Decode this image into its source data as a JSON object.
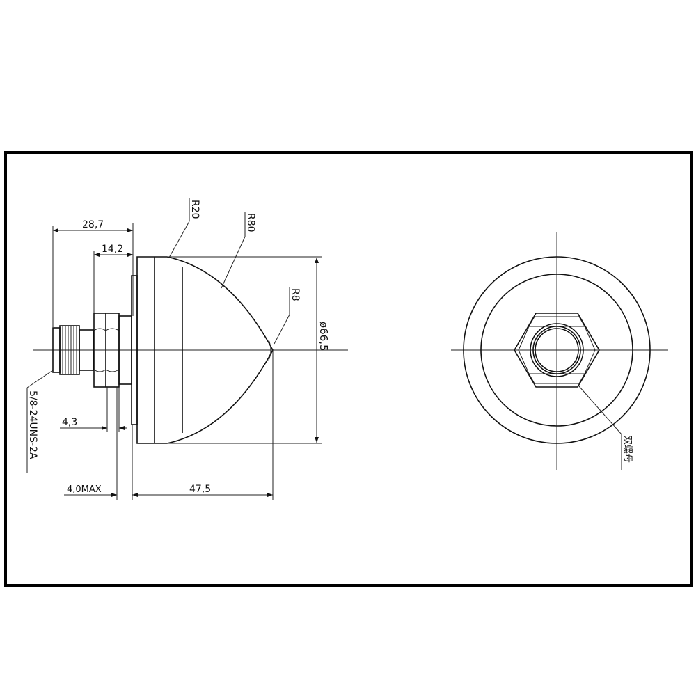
{
  "dimensions": {
    "d1": "28,7",
    "d2": "14,2",
    "d3": "4,3",
    "d4": "4,0MAX",
    "d5": "47,5",
    "diameter": "ø66,5"
  },
  "radii": {
    "r1": "R20",
    "r2": "R80",
    "r3": "R8"
  },
  "thread_spec": "5/8-24UNS-2A",
  "nut_callout": "双螺母"
}
